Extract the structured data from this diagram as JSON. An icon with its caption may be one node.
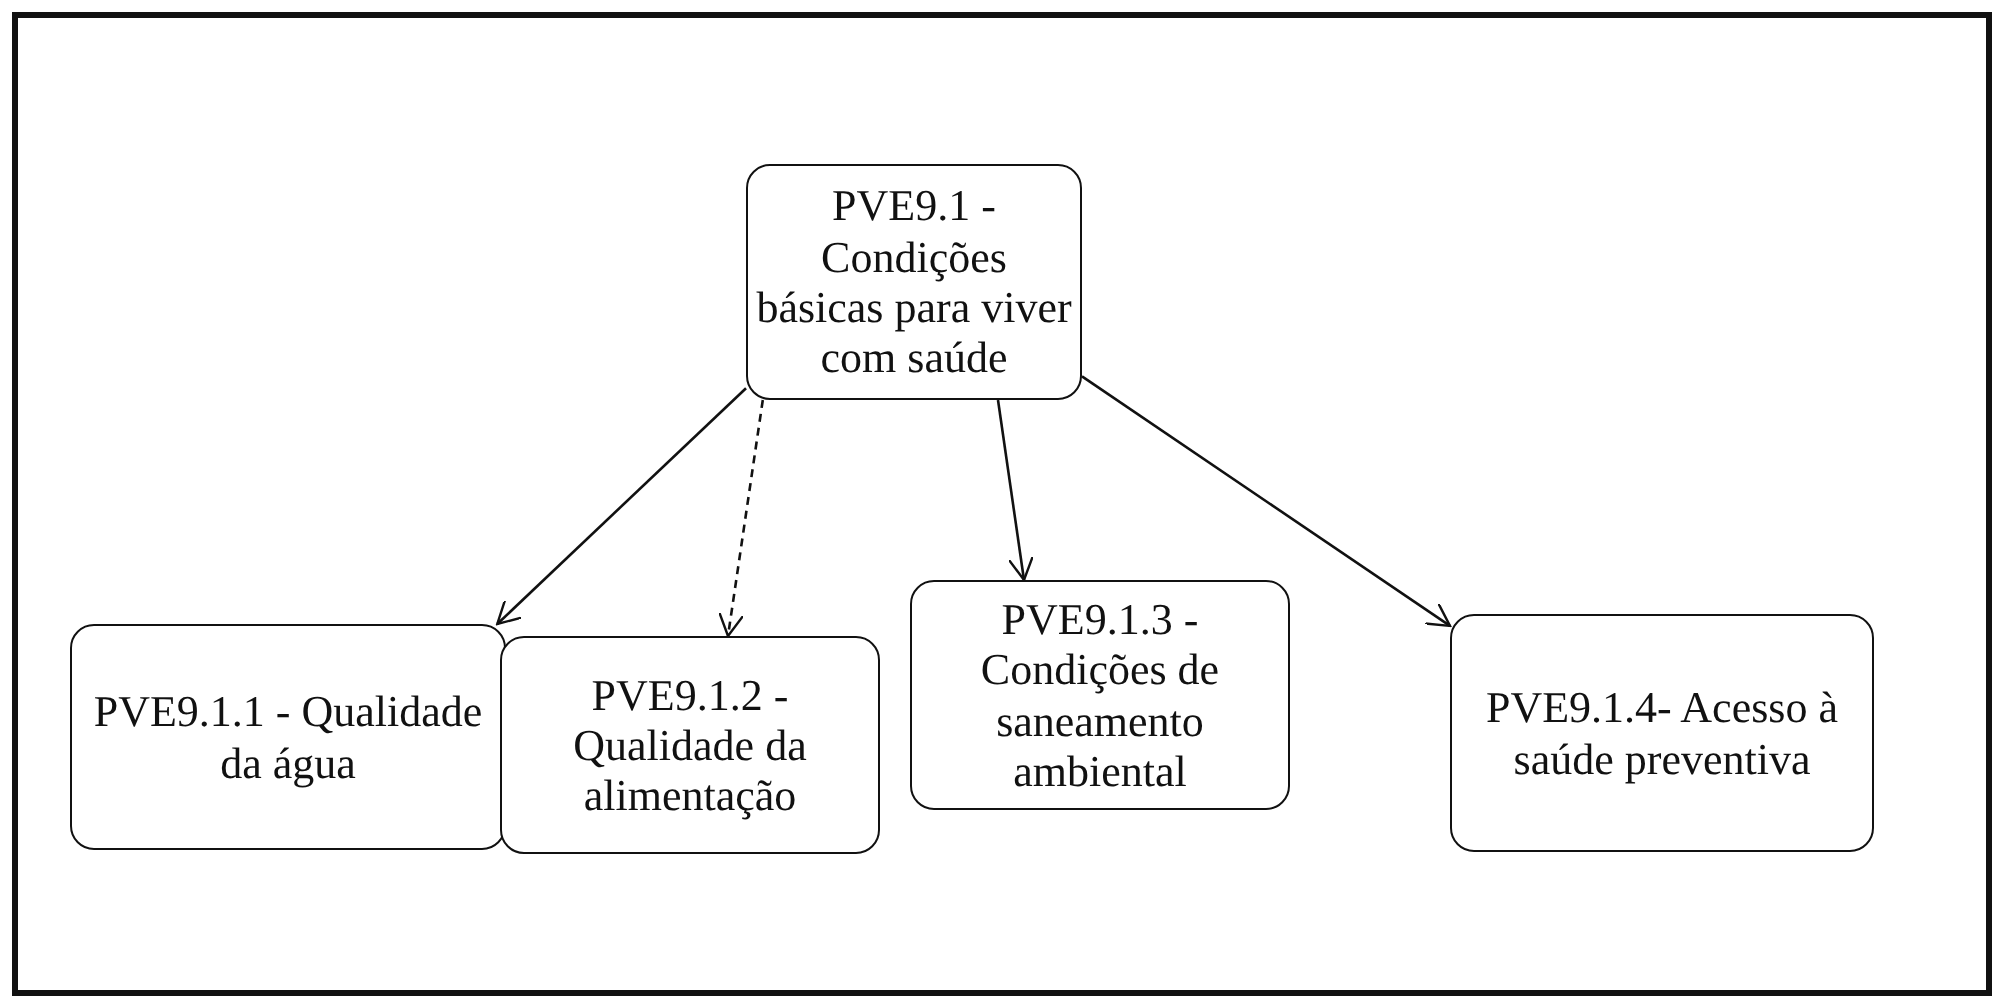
{
  "diagram": {
    "nodes": [
      {
        "text": [
          "PVE9.1 - Condições básicas para viver com saúde"
        ]
      },
      {
        "text": [
          "PVE9.1.1 - Qualidade da água"
        ]
      },
      {
        "text": [
          "PVE9.1.2 - Qualidade da alimentação"
        ]
      },
      {
        "text": [
          "PVE9.1.3 - Condições de saneamento ambiental"
        ]
      },
      {
        "text": [
          "PVE9.1.4- Acesso à saúde preventiva"
        ]
      }
    ],
    "edges": [
      {
        "from": 0,
        "to": 1,
        "arrow": "to"
      },
      {
        "from": 0,
        "to": 2,
        "arrow": "to",
        "style": "dashed"
      },
      {
        "from": 0,
        "to": 3,
        "arrow": "to"
      },
      {
        "from": 0,
        "to": 4,
        "arrow": "to"
      }
    ]
  }
}
